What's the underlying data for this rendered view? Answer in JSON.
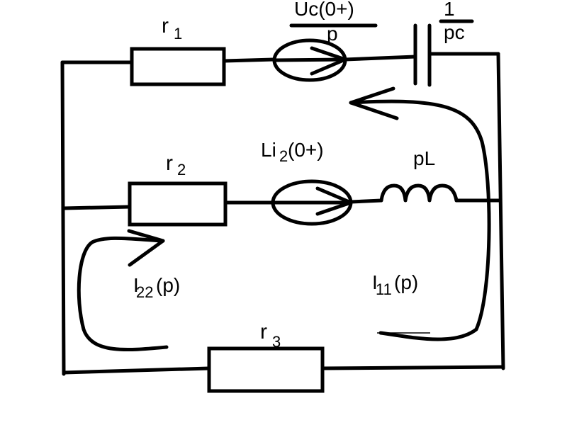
{
  "labels": {
    "r1": "r",
    "r1_sub": "1",
    "r2": "r",
    "r2_sub": "2",
    "r3": "r",
    "r3_sub": "3",
    "source1_num": "Uc(0+)",
    "source1_den": "p",
    "cap_num": "1",
    "cap_den": "pc",
    "source2_main": "Li",
    "source2_sub": "2",
    "source2_tail": "(0+)",
    "inductor": "pL",
    "loop22_I": "I",
    "loop22_sub": "22",
    "loop22_tail": "(p)",
    "loop11_I": "I",
    "loop11_sub": "11",
    "loop11_tail": "(p)"
  }
}
